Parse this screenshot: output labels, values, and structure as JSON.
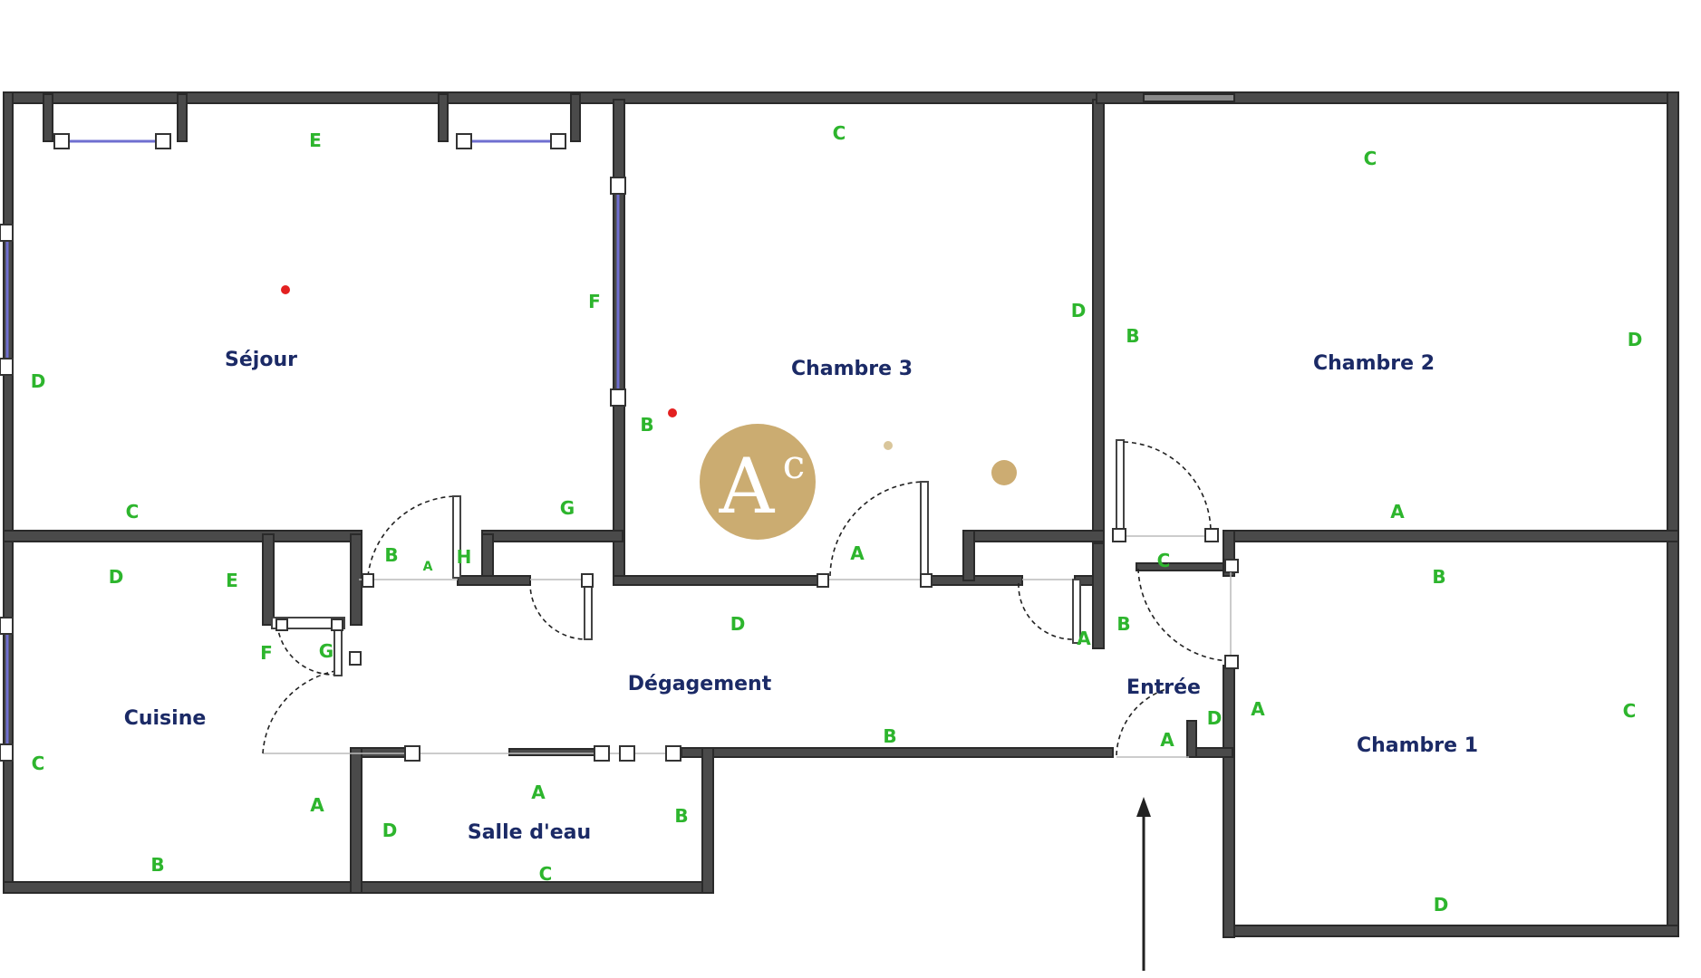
{
  "rooms": {
    "sejour": "Séjour",
    "chambre3": "Chambre 3",
    "chambre2": "Chambre 2",
    "chambre1": "Chambre 1",
    "cuisine": "Cuisine",
    "degagement": "Dégagement",
    "entree": "Entrée",
    "salle_eau": "Salle d'eau"
  },
  "wall_labels": [
    "E",
    "D",
    "C",
    "F",
    "B",
    "G",
    "C",
    "D",
    "C",
    "B",
    "D",
    "A",
    "B",
    "C",
    "A",
    "D",
    "D",
    "E",
    "F",
    "G",
    "C",
    "A",
    "B",
    "B",
    "A",
    "H",
    "A",
    "D",
    "B",
    "A",
    "B",
    "C",
    "D",
    "A",
    "A",
    "D",
    "B",
    "C"
  ],
  "logo": {
    "text": "AC",
    "color": "#c9a86a"
  },
  "colors": {
    "wall": "#4a4a4a",
    "label": "#1b2a66",
    "wall_letter": "#2db52d",
    "window": "#6f6fd0",
    "marker": "#e32020"
  }
}
